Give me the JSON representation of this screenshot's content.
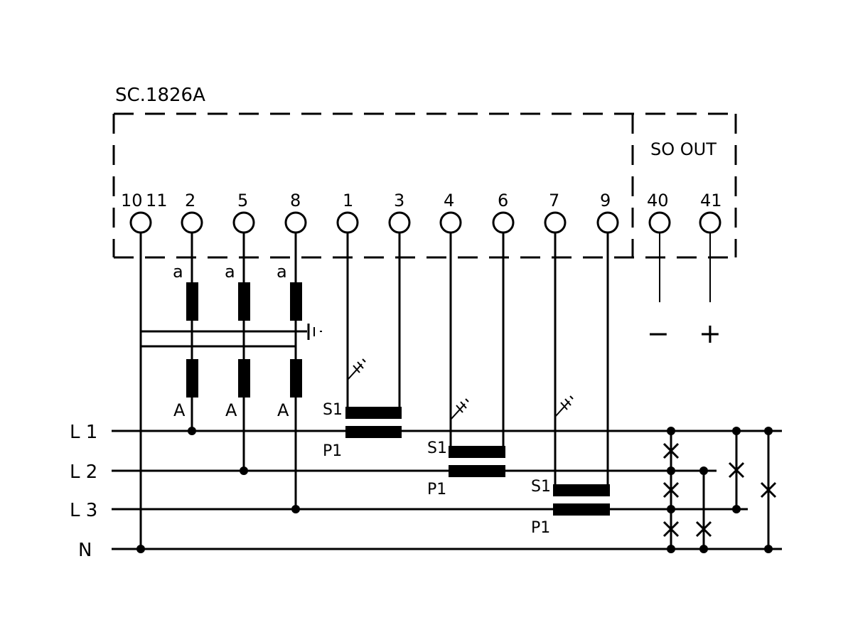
{
  "title": "SC.1826A",
  "so_out_label": "SO OUT",
  "terminals": {
    "t10": "10",
    "t11": "11",
    "t2": "2",
    "t5": "5",
    "t8": "8",
    "t1": "1",
    "t3": "3",
    "t4": "4",
    "t6": "6",
    "t7": "7",
    "t9": "9",
    "t40": "40",
    "t41": "41"
  },
  "fuse_small_label": "a",
  "fuse_large_label": "A",
  "ct_secondary_label": "S1",
  "ct_primary_label": "P1",
  "lines": {
    "l1": "L 1",
    "l2": "L 2",
    "l3": "L 3",
    "n": "N"
  },
  "so_minus": "−",
  "so_plus": "+"
}
